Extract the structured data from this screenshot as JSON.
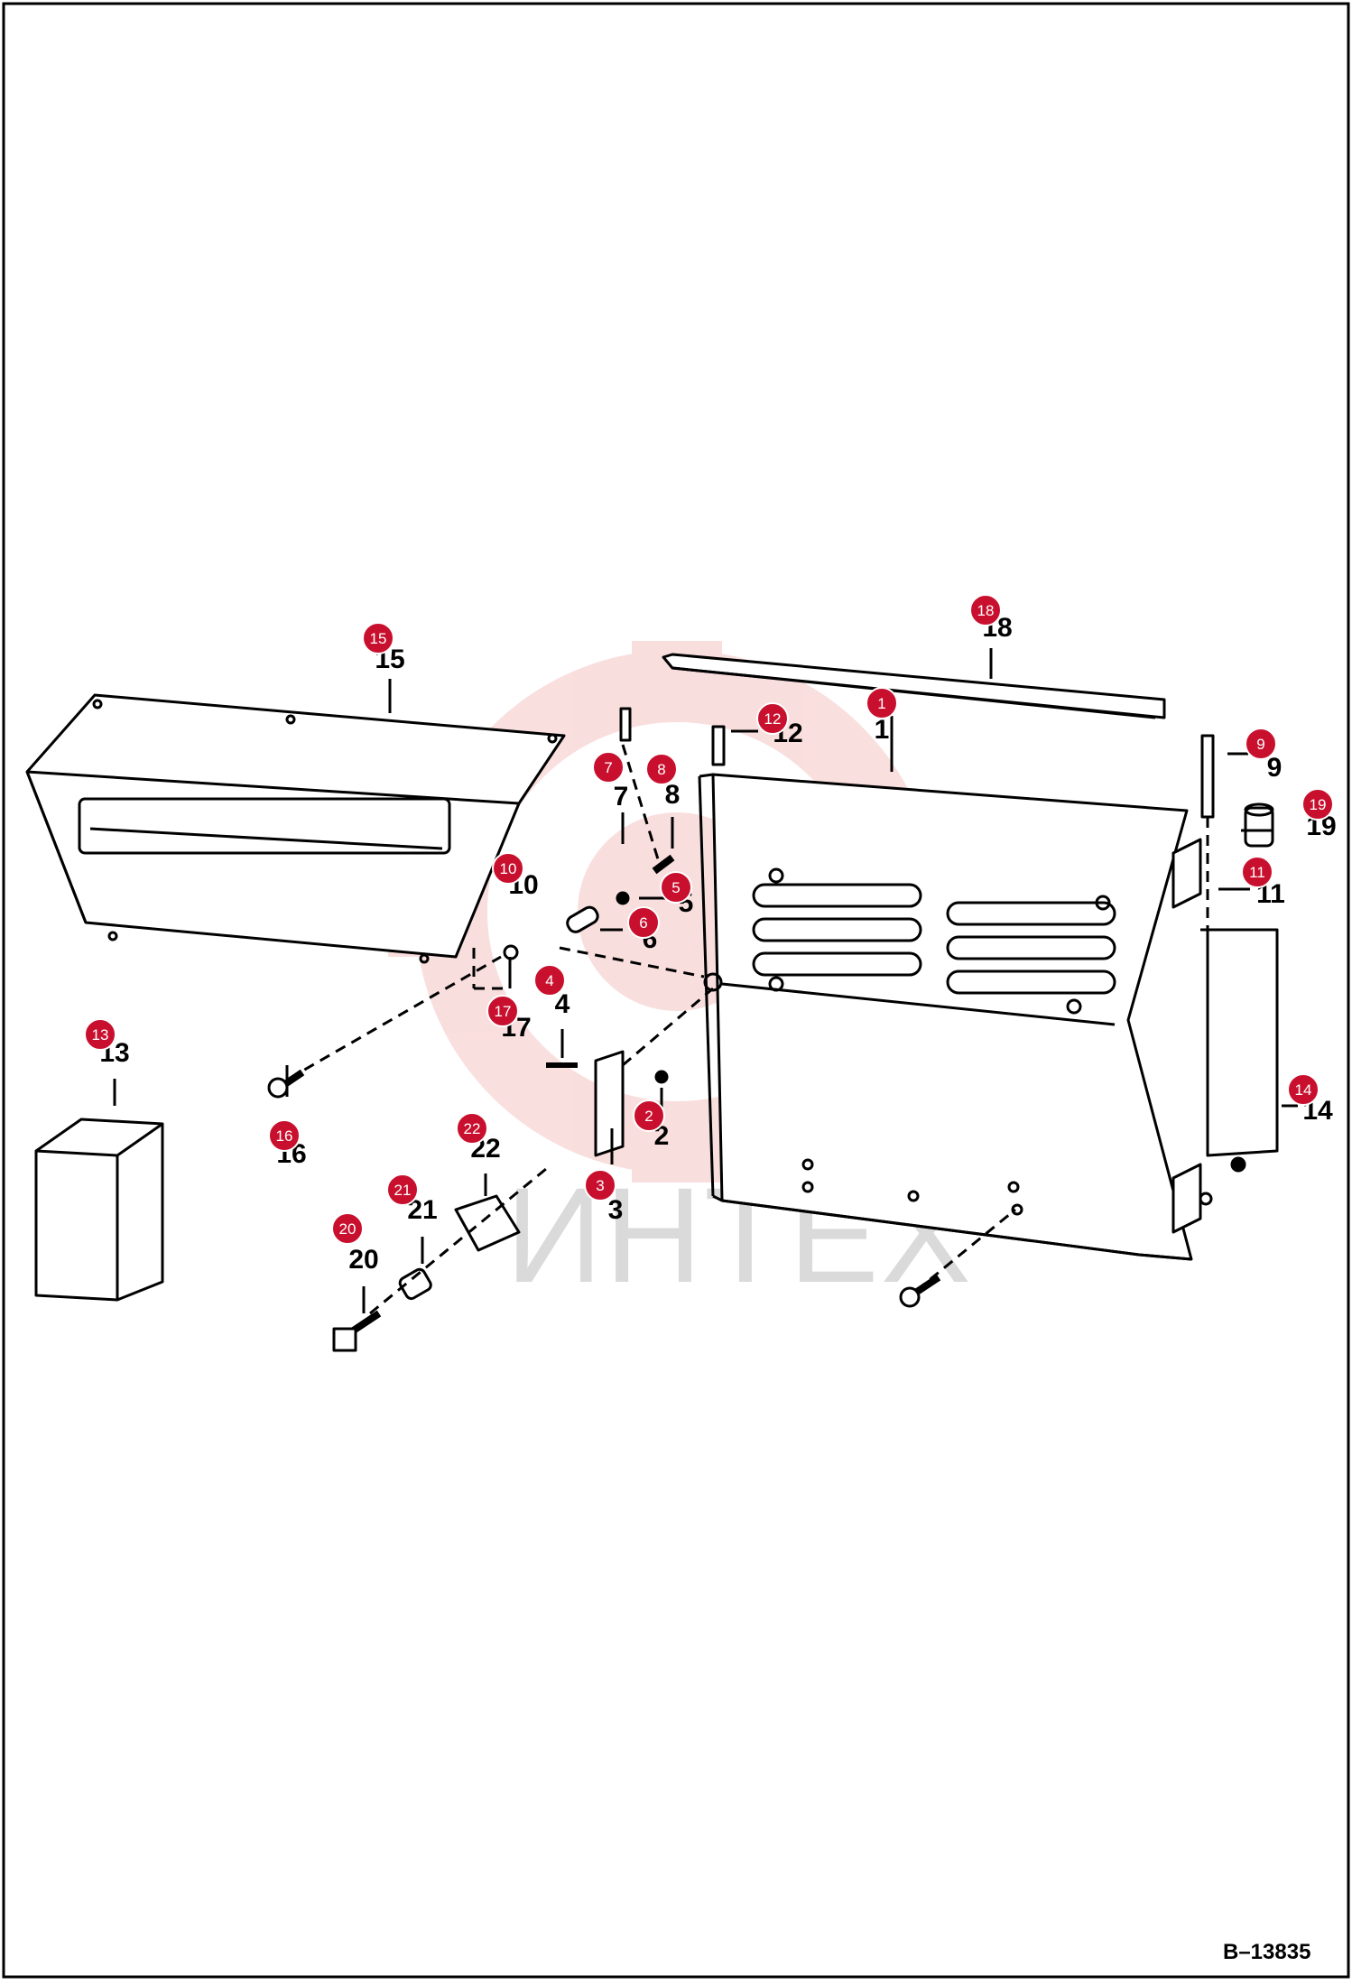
{
  "document_id": "B–13835",
  "watermark": "ИНТЕХ",
  "colors": {
    "callout": "#c8102e",
    "watermark_gear": "#f5c4c4",
    "line": "#000000"
  },
  "callouts": [
    {
      "id": "1",
      "label": "1"
    },
    {
      "id": "2",
      "label": "2"
    },
    {
      "id": "3",
      "label": "3"
    },
    {
      "id": "4",
      "label": "4"
    },
    {
      "id": "5",
      "label": "5"
    },
    {
      "id": "6",
      "label": "6"
    },
    {
      "id": "7",
      "label": "7"
    },
    {
      "id": "8",
      "label": "8"
    },
    {
      "id": "9",
      "label": "9"
    },
    {
      "id": "10",
      "label": "10"
    },
    {
      "id": "11",
      "label": "11"
    },
    {
      "id": "12",
      "label": "12"
    },
    {
      "id": "13",
      "label": "13"
    },
    {
      "id": "14",
      "label": "14"
    },
    {
      "id": "15",
      "label": "15"
    },
    {
      "id": "16",
      "label": "16"
    },
    {
      "id": "17",
      "label": "17"
    },
    {
      "id": "18",
      "label": "18"
    },
    {
      "id": "19",
      "label": "19"
    },
    {
      "id": "20",
      "label": "20"
    },
    {
      "id": "21",
      "label": "21"
    },
    {
      "id": "22",
      "label": "22"
    }
  ]
}
